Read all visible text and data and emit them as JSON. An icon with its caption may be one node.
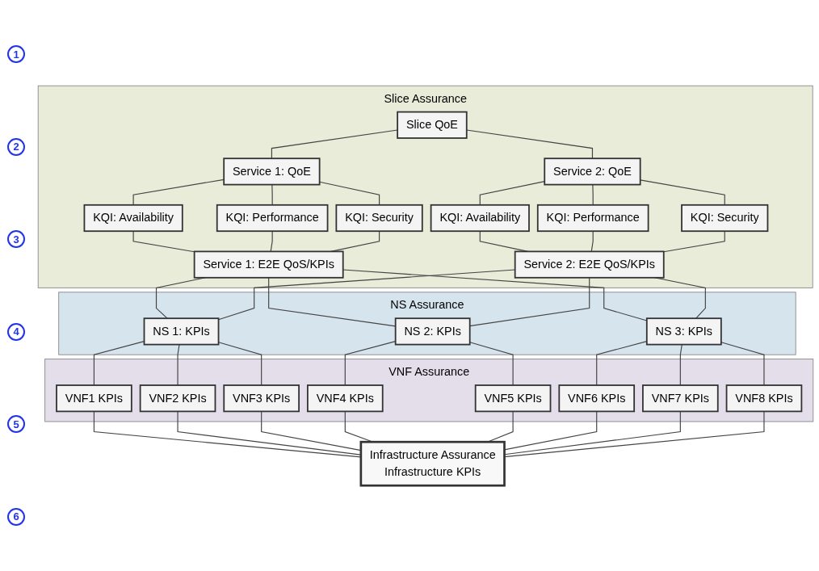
{
  "diagram": {
    "nodes": [
      {
        "text": [
          "Slice Assurance"
        ]
      },
      {
        "text": [
          "Slice QoE"
        ],
        "in": 0
      },
      {
        "text": [
          "Service 1: QoE"
        ],
        "in": 0
      },
      {
        "text": [
          "Service 2: QoE"
        ],
        "in": 0
      },
      {
        "text": [
          "KQI: Availability"
        ],
        "in": 0
      },
      {
        "text": [
          "KQI: Performance"
        ],
        "in": 0
      },
      {
        "text": [
          "KQI: Security"
        ],
        "in": 0
      },
      {
        "text": [
          "KQI: Availability"
        ],
        "in": 0
      },
      {
        "text": [
          "KQI: Performance"
        ],
        "in": 0
      },
      {
        "text": [
          "KQI: Security"
        ],
        "in": 0
      },
      {
        "text": [
          "Service 1: E2E QoS/KPIs"
        ],
        "in": 0
      },
      {
        "text": [
          "Service 2: E2E QoS/KPIs"
        ],
        "in": 0
      },
      {
        "text": [
          "NS Assurance"
        ]
      },
      {
        "text": [
          "NS 1: KPIs"
        ],
        "in": 12
      },
      {
        "text": [
          "NS 2: KPIs"
        ],
        "in": 12
      },
      {
        "text": [
          "NS 3: KPIs"
        ],
        "in": 12
      },
      {
        "text": [
          "VNF Assurance"
        ]
      },
      {
        "text": [
          "VNF1 KPIs"
        ],
        "in": 16
      },
      {
        "text": [
          "VNF2 KPIs"
        ],
        "in": 16
      },
      {
        "text": [
          "VNF3 KPIs"
        ],
        "in": 16
      },
      {
        "text": [
          "VNF4 KPIs"
        ],
        "in": 16
      },
      {
        "text": [
          "VNF5 KPIs"
        ],
        "in": 16
      },
      {
        "text": [
          "VNF6 KPIs"
        ],
        "in": 16
      },
      {
        "text": [
          "VNF7 KPIs"
        ],
        "in": 16
      },
      {
        "text": [
          "VNF8 KPIs"
        ],
        "in": 16
      },
      {
        "text": [
          "Infrastructure Assurance",
          "Infrastructure KPIs"
        ]
      }
    ],
    "edges": [
      {
        "from": 1,
        "to": 2,
        "arrow": "none"
      },
      {
        "from": 1,
        "to": 3,
        "arrow": "none"
      },
      {
        "from": 2,
        "to": 4,
        "arrow": "none"
      },
      {
        "from": 2,
        "to": 5,
        "arrow": "none"
      },
      {
        "from": 2,
        "to": 6,
        "arrow": "none"
      },
      {
        "from": 3,
        "to": 7,
        "arrow": "none"
      },
      {
        "from": 3,
        "to": 8,
        "arrow": "none"
      },
      {
        "from": 3,
        "to": 9,
        "arrow": "none"
      },
      {
        "from": 4,
        "to": 10,
        "arrow": "none"
      },
      {
        "from": 5,
        "to": 10,
        "arrow": "none"
      },
      {
        "from": 6,
        "to": 10,
        "arrow": "none"
      },
      {
        "from": 7,
        "to": 11,
        "arrow": "none"
      },
      {
        "from": 8,
        "to": 11,
        "arrow": "none"
      },
      {
        "from": 9,
        "to": 11,
        "arrow": "none"
      },
      {
        "from": 10,
        "to": 13,
        "arrow": "none"
      },
      {
        "from": 10,
        "to": 14,
        "arrow": "none"
      },
      {
        "from": 10,
        "to": 15,
        "arrow": "none"
      },
      {
        "from": 11,
        "to": 13,
        "arrow": "none"
      },
      {
        "from": 11,
        "to": 14,
        "arrow": "none"
      },
      {
        "from": 11,
        "to": 15,
        "arrow": "none"
      },
      {
        "from": 13,
        "to": 17,
        "arrow": "none"
      },
      {
        "from": 13,
        "to": 18,
        "arrow": "none"
      },
      {
        "from": 13,
        "to": 19,
        "arrow": "none"
      },
      {
        "from": 14,
        "to": 20,
        "arrow": "none"
      },
      {
        "from": 14,
        "to": 21,
        "arrow": "none"
      },
      {
        "from": 15,
        "to": 22,
        "arrow": "none"
      },
      {
        "from": 15,
        "to": 23,
        "arrow": "none"
      },
      {
        "from": 15,
        "to": 24,
        "arrow": "none"
      },
      {
        "from": 17,
        "to": 25,
        "arrow": "none"
      },
      {
        "from": 18,
        "to": 25,
        "arrow": "none"
      },
      {
        "from": 19,
        "to": 25,
        "arrow": "none"
      },
      {
        "from": 20,
        "to": 25,
        "arrow": "none"
      },
      {
        "from": 21,
        "to": 25,
        "arrow": "none"
      },
      {
        "from": 22,
        "to": 25,
        "arrow": "none"
      },
      {
        "from": 23,
        "to": 25,
        "arrow": "none"
      },
      {
        "from": 24,
        "to": 25,
        "arrow": "none"
      }
    ],
    "labels": [
      "1",
      "2",
      "3",
      "4",
      "5",
      "6"
    ]
  }
}
